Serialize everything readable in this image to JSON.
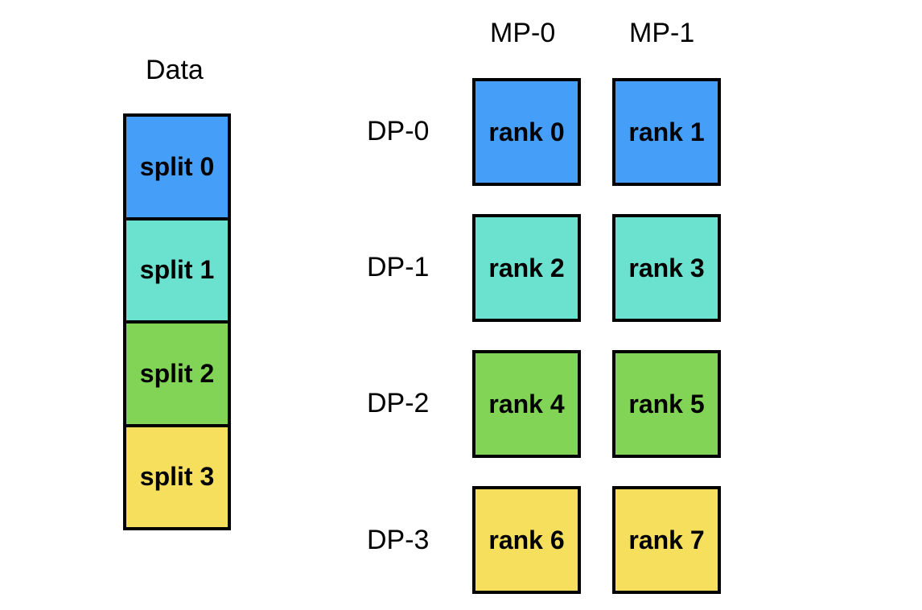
{
  "data_title": "Data",
  "columns": [
    "MP-0",
    "MP-1"
  ],
  "rows": [
    "DP-0",
    "DP-1",
    "DP-2",
    "DP-3"
  ],
  "colors": {
    "group_0": "#459FF8",
    "group_1": "#6BE2D0",
    "group_2": "#82D456",
    "group_3": "#F5DF5C",
    "border": "#000000"
  },
  "splits": [
    {
      "label": "split 0",
      "color": "#459FF8"
    },
    {
      "label": "split 1",
      "color": "#6BE2D0"
    },
    {
      "label": "split 2",
      "color": "#82D456"
    },
    {
      "label": "split 3",
      "color": "#F5DF5C"
    }
  ],
  "ranks": [
    [
      {
        "label": "rank 0",
        "color": "#459FF8"
      },
      {
        "label": "rank 1",
        "color": "#459FF8"
      }
    ],
    [
      {
        "label": "rank 2",
        "color": "#6BE2D0"
      },
      {
        "label": "rank 3",
        "color": "#6BE2D0"
      }
    ],
    [
      {
        "label": "rank 4",
        "color": "#82D456"
      },
      {
        "label": "rank 5",
        "color": "#82D456"
      }
    ],
    [
      {
        "label": "rank 6",
        "color": "#F5DF5C"
      },
      {
        "label": "rank 7",
        "color": "#F5DF5C"
      }
    ]
  ]
}
